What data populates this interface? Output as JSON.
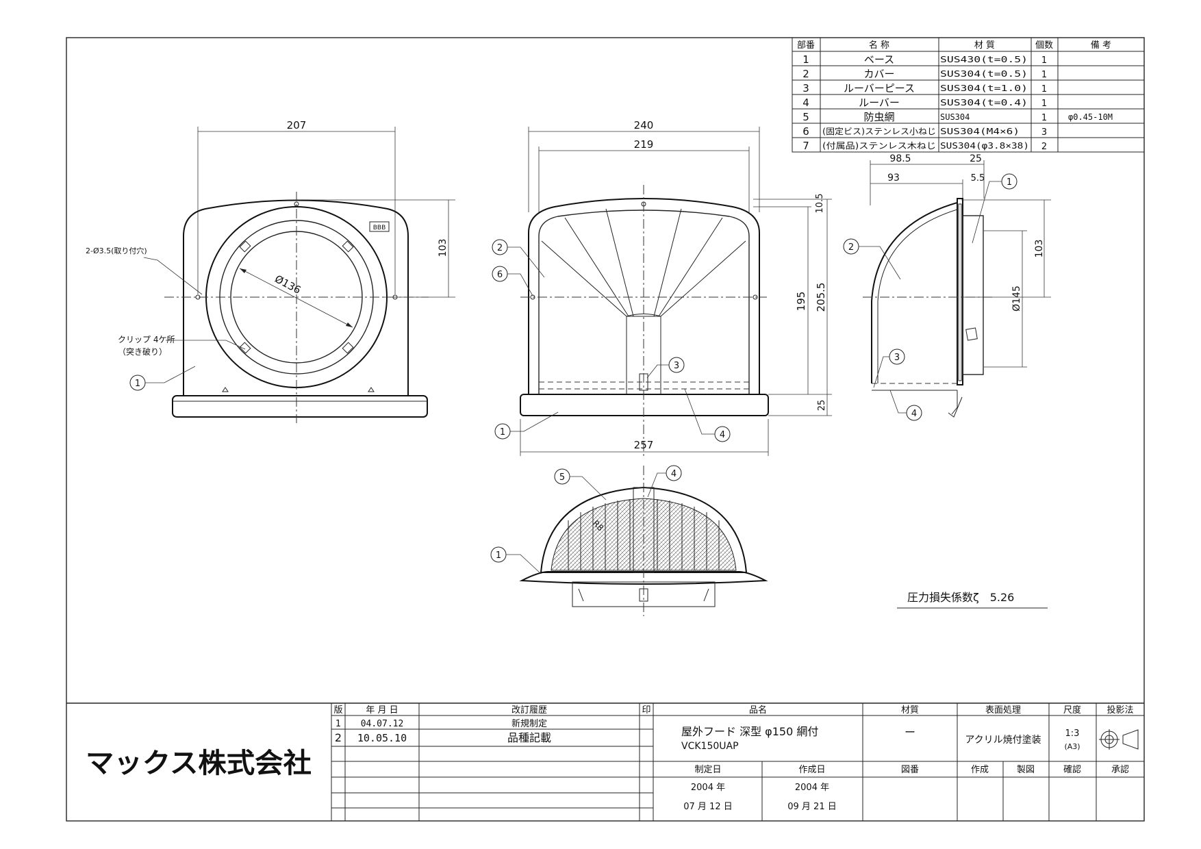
{
  "parts_table": {
    "headers": [
      "部番",
      "名 称",
      "材 質",
      "個数",
      "備 考"
    ],
    "rows": [
      {
        "no": "1",
        "name": "ベース",
        "material": "SUS430(t=0.5)",
        "qty": "1",
        "note": ""
      },
      {
        "no": "2",
        "name": "カバー",
        "material": "SUS304(t=0.5)",
        "qty": "1",
        "note": ""
      },
      {
        "no": "3",
        "name": "ルーバーピース",
        "material": "SUS304(t=1.0)",
        "qty": "1",
        "note": ""
      },
      {
        "no": "4",
        "name": "ルーバー",
        "material": "SUS304(t=0.4)",
        "qty": "1",
        "note": ""
      },
      {
        "no": "5",
        "name": "防虫網",
        "material": "SUS304",
        "qty": "1",
        "note": "φ0.45-10M"
      },
      {
        "no": "6",
        "name": "(固定ビス)ステンレス小ねじ",
        "material": "SUS304(M4×6)",
        "qty": "3",
        "note": ""
      },
      {
        "no": "7",
        "name": "(付属品)ステンレス木ねじ",
        "material": "SUS304(φ3.8×38)",
        "qty": "2",
        "note": ""
      }
    ]
  },
  "front_view": {
    "dim_width": "207",
    "dim_height": "103",
    "dim_diameter": "Ø136",
    "hole_note": "2-Ø3.5(取り付穴)",
    "clip_note_1": "クリップ 4ケ所",
    "clip_note_2": "（突き破り）",
    "badge": "BBB",
    "callouts": [
      "1"
    ]
  },
  "middle_view": {
    "dim_outer": "240",
    "dim_inner": "219",
    "dim_top": "10.5",
    "dim_195": "195",
    "dim_2055": "205.5",
    "dim_25": "25",
    "dim_bottom": "257",
    "callouts": [
      "2",
      "6",
      "3",
      "1",
      "4"
    ]
  },
  "side_view": {
    "dim_985": "98.5",
    "dim_25": "25",
    "dim_93": "93",
    "dim_55": "5.5",
    "dim_103": "103",
    "dim_145": "Ø145",
    "callouts": [
      "1",
      "2",
      "3",
      "4"
    ]
  },
  "bottom_view": {
    "dim_r": "R8",
    "callouts": [
      "5",
      "4",
      "1"
    ]
  },
  "pressure_note": "圧力損失係数ζ　5.26",
  "title_block": {
    "company": "マックス株式会社",
    "rev_headers": [
      "版",
      "年 月 日",
      "改訂履歴",
      "印"
    ],
    "revisions": [
      {
        "ver": "1",
        "date": "04.07.12",
        "desc": "新規制定"
      },
      {
        "ver": "2",
        "date": "10.05.10",
        "desc": "品種記載"
      }
    ],
    "product_label": "品名",
    "product_name": "屋外フード 深型 φ150 網付",
    "product_code": "VCK150UAP",
    "material_label": "材質",
    "material_value": "ー",
    "finish_label": "表面処理",
    "finish_value": "アクリル焼付塗装",
    "scale_label": "尺度",
    "scale_value": "1:3",
    "scale_paper": "(A3)",
    "projection_label": "投影法",
    "made_label": "制定日",
    "created_label": "作成日",
    "drawing_no_label": "図番",
    "author_label": "作成",
    "drafter_label": "製図",
    "check_label": "確認",
    "approve_label": "承認",
    "made_year": "2004 年",
    "made_md": "07 月 12 日",
    "created_year": "2004 年",
    "created_md": "09 月 21 日"
  }
}
